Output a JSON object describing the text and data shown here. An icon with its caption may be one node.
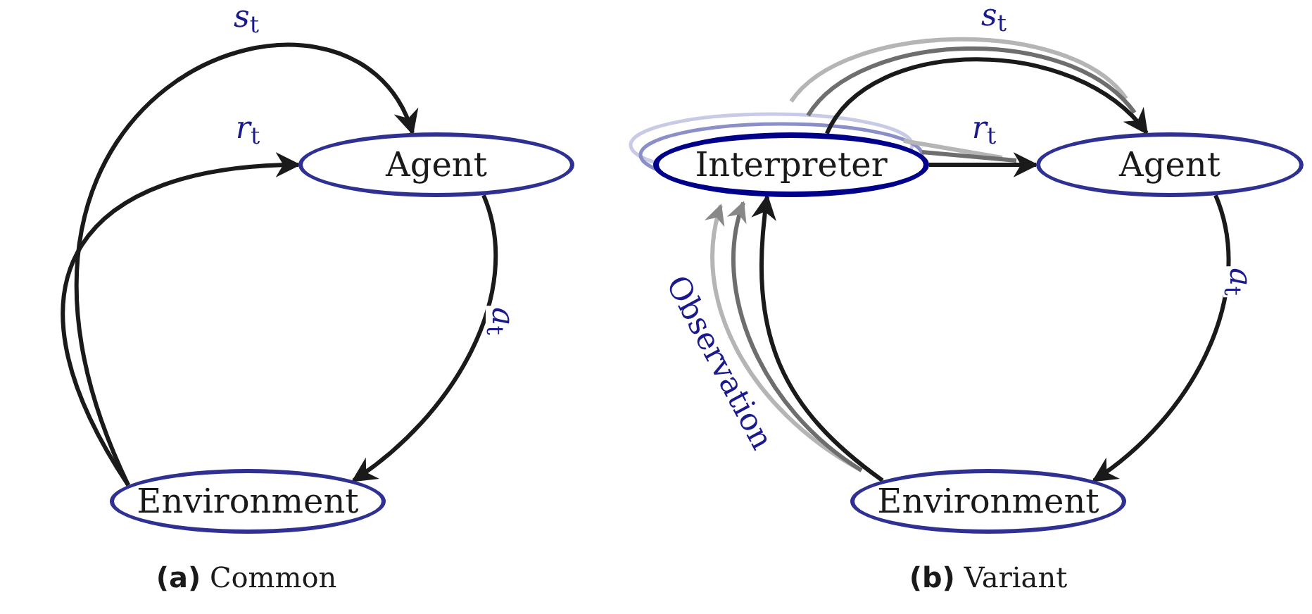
{
  "diagram": {
    "nodes": [
      {
        "text": [
          "Agent"
        ]
      },
      {
        "text": [
          "Environment"
        ]
      },
      {
        "text": [
          "Interpreter"
        ]
      },
      {
        "text": [
          "Agent"
        ]
      },
      {
        "text": [
          "Environment"
        ]
      }
    ],
    "edges": [
      {
        "from": 1,
        "to": 0,
        "arrow": "to",
        "label": "*s*$_{t}$"
      },
      {
        "from": 1,
        "to": 0,
        "arrow": "to",
        "label": "*r*$_{t}$"
      },
      {
        "from": 0,
        "to": 1,
        "arrow": "to",
        "label": "*a*$_{t}$"
      },
      {
        "from": 2,
        "to": 3,
        "arrow": "to",
        "label": "*s*$_{t}$"
      },
      {
        "from": 2,
        "to": 3,
        "arrow": "to",
        "label": "*r*$_{t}$"
      },
      {
        "from": 3,
        "to": 4,
        "arrow": "to",
        "label": "*a*$_{t}$"
      },
      {
        "from": 4,
        "to": 2,
        "arrow": "to",
        "label": "Observation"
      }
    ],
    "labels": [
      "**(a)** Common",
      "**(b)** Variant"
    ]
  }
}
